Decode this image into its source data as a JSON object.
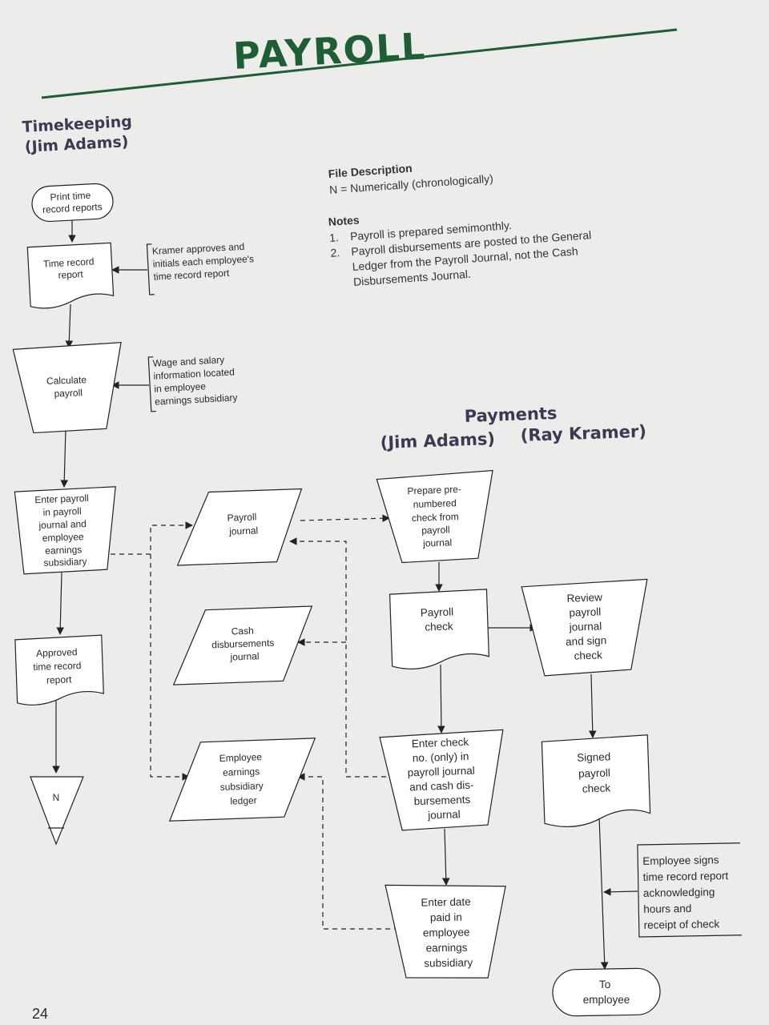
{
  "title": "PAYROLL",
  "page_number": "24",
  "sections": {
    "timekeeping": [
      "Timekeeping",
      "(Jim Adams)"
    ],
    "payments": "Payments",
    "payments_jim": "(Jim Adams)",
    "payments_ray": "(Ray Kramer)"
  },
  "file_description": {
    "heading": "File Description",
    "text": "N = Numerically (chronologically)"
  },
  "notes": {
    "heading": "Notes",
    "items": [
      [
        "1.",
        "Payroll is prepared semimonthly."
      ],
      [
        "2.",
        "Payroll disbursements are posted to the General"
      ],
      [
        "",
        "Ledger from the Payroll Journal, not the Cash"
      ],
      [
        "",
        "Disbursements Journal."
      ]
    ]
  },
  "shapes": {
    "print_time": [
      "Print time",
      "record reports"
    ],
    "time_record": [
      "Time record",
      "report"
    ],
    "calculate": [
      "Calculate",
      "payroll"
    ],
    "enter_payroll": [
      "Enter payroll",
      "in payroll",
      "journal and",
      "employee",
      "earnings",
      "subsidiary"
    ],
    "approved": [
      "Approved",
      "time record",
      "report"
    ],
    "file_n": "N",
    "payroll_journal": [
      "Payroll",
      "journal"
    ],
    "cash_disb": [
      "Cash",
      "disbursements",
      "journal"
    ],
    "emp_ledger": [
      "Employee",
      "earnings",
      "subsidiary",
      "ledger"
    ],
    "prepare_check": [
      "Prepare pre-",
      "numbered",
      "check from",
      "payroll",
      "journal"
    ],
    "payroll_check": [
      "Payroll",
      "check"
    ],
    "review": [
      "Review",
      "payroll",
      "journal",
      "and sign",
      "check"
    ],
    "enter_check": [
      "Enter check",
      "no. (only) in",
      "payroll journal",
      "and cash dis-",
      "bursements",
      "journal"
    ],
    "signed_check": [
      "Signed",
      "payroll",
      "check"
    ],
    "enter_date": [
      "Enter date",
      "paid in",
      "employee",
      "earnings",
      "subsidiary"
    ],
    "to_employee": [
      "To",
      "employee"
    ]
  },
  "annotations": {
    "kramer": [
      "Kramer approves and",
      "initials each employee's",
      "time record report"
    ],
    "wage": [
      "Wage and salary",
      "information located",
      "in employee",
      "earnings subsidiary"
    ],
    "employee_signs": [
      "Employee signs",
      "time record report",
      "acknowledging",
      "hours and",
      "receipt of check"
    ]
  }
}
